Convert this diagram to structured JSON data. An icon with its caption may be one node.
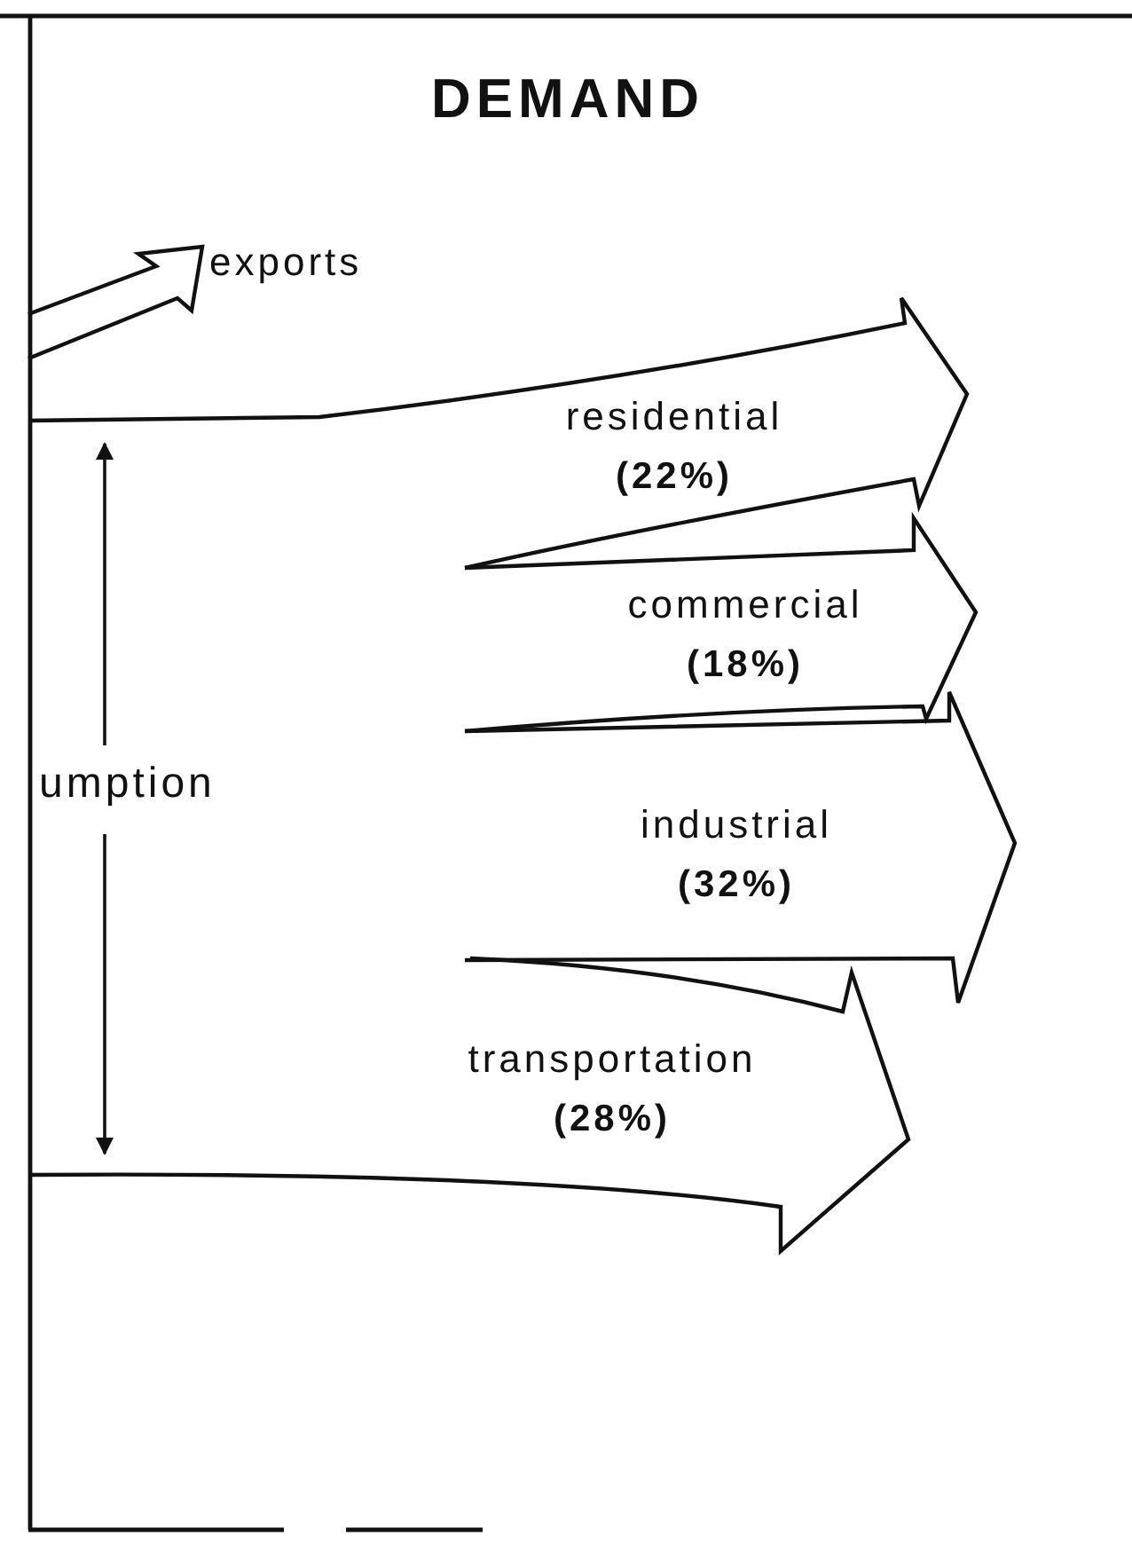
{
  "diagram": {
    "title": "DEMAND",
    "nodes": [
      {
        "text": [
          "exports"
        ]
      },
      {
        "text": [
          "residential",
          "(22%)"
        ]
      },
      {
        "text": [
          "commercial",
          "(18%)"
        ]
      },
      {
        "text": [
          "industrial",
          "(32%)"
        ]
      },
      {
        "text": [
          "transportation",
          "(28%)"
        ]
      }
    ],
    "labels": [
      "umption"
    ]
  }
}
